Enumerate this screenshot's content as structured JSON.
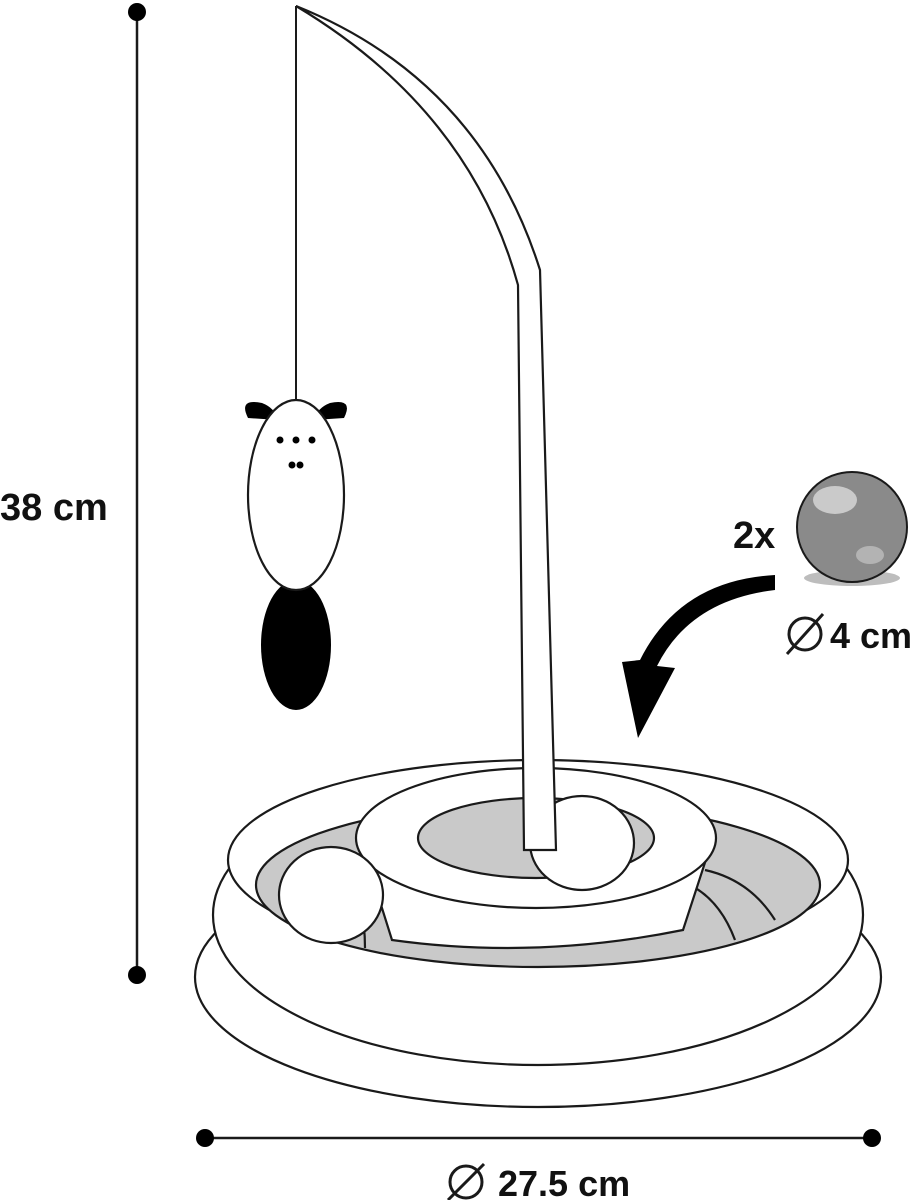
{
  "labels": {
    "height": "38 cm",
    "diameter": "27.5 cm",
    "ball_count": "2x",
    "ball_diameter": "4 cm"
  },
  "icons": {
    "diameter_symbol": "diameter-symbol-icon"
  },
  "colors": {
    "stroke": "#1a1a1a",
    "track_fill": "#c9c9c9",
    "ball_fill": "#8a8a8a",
    "mouse_dark": "#000000"
  }
}
